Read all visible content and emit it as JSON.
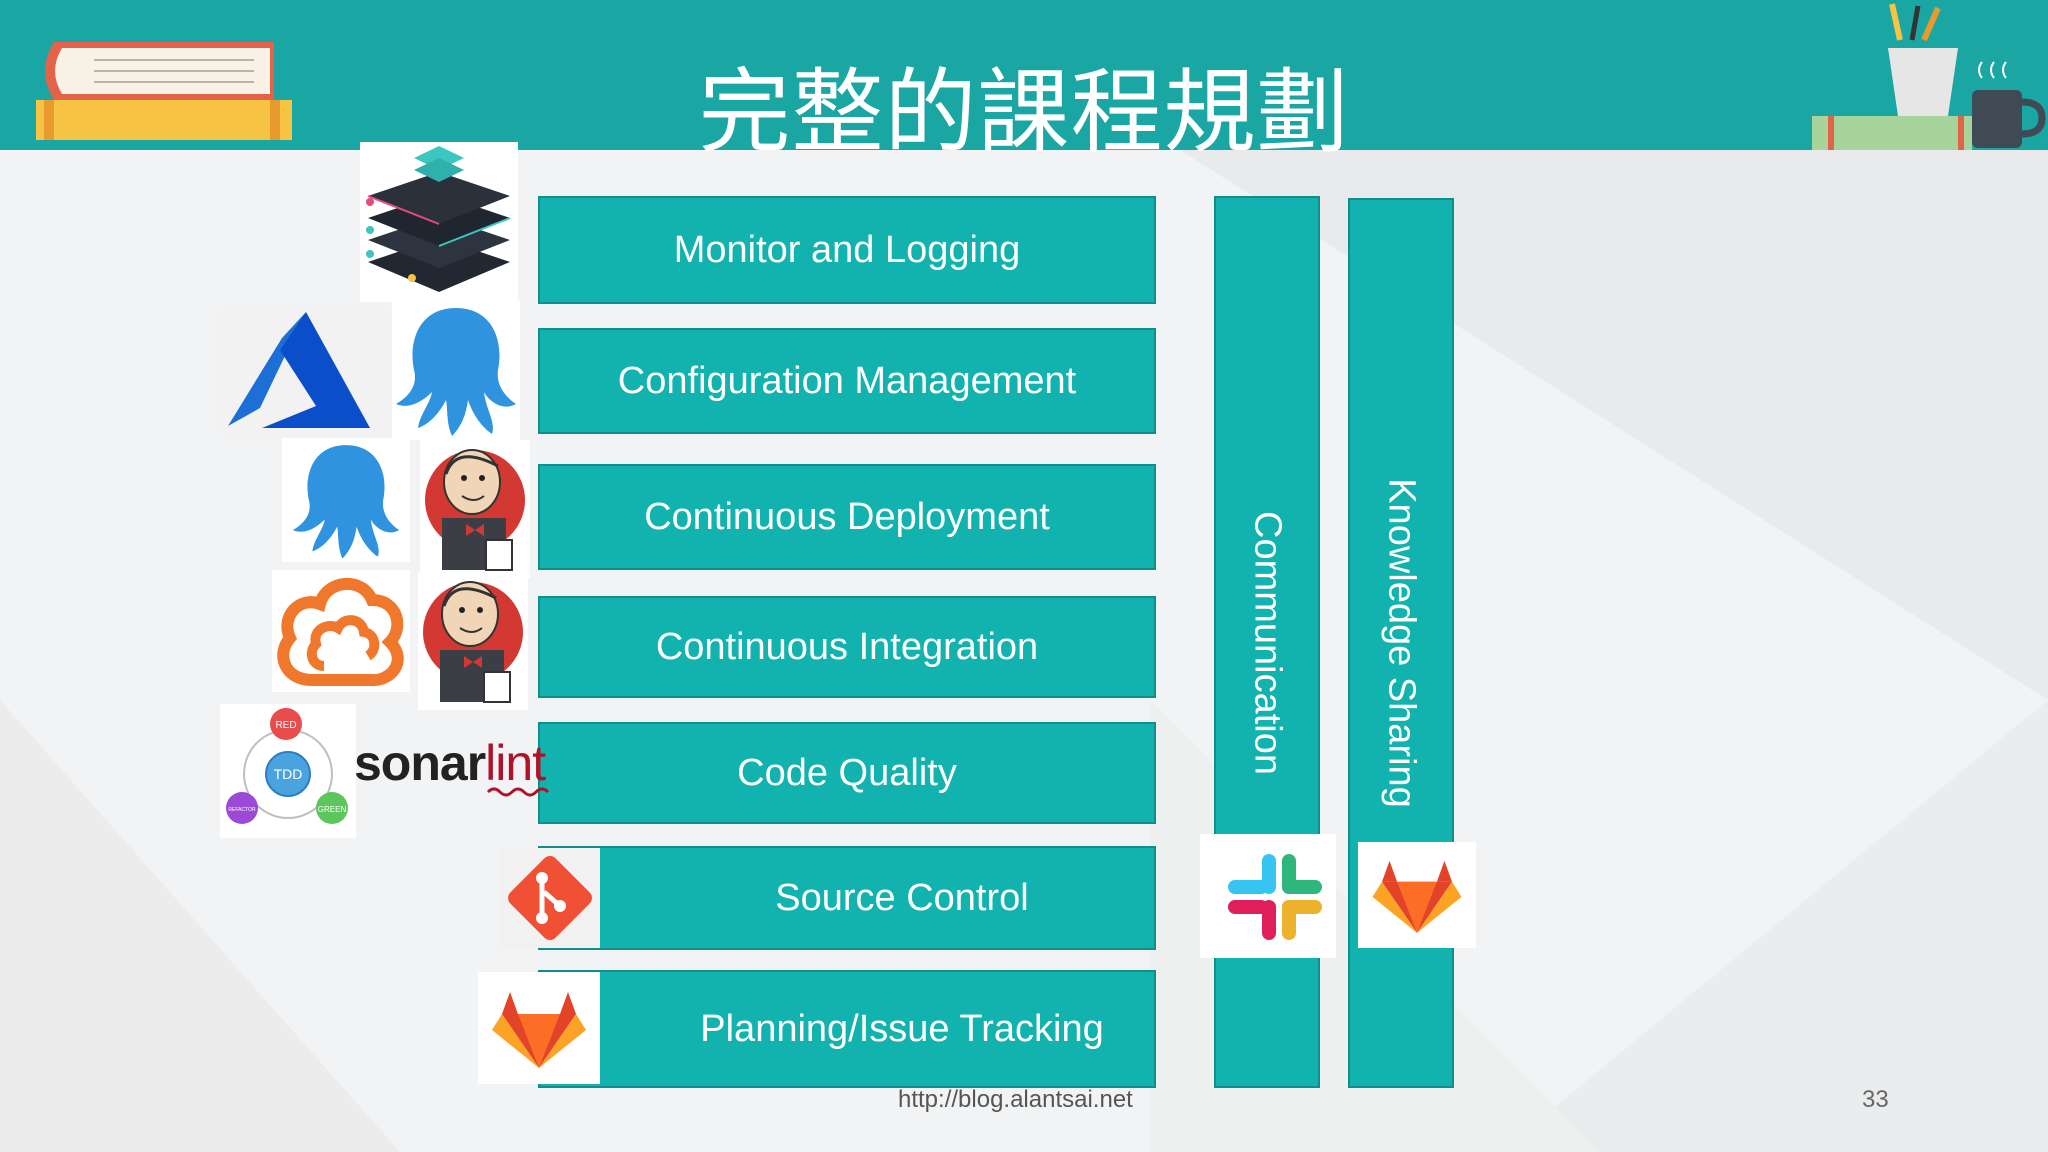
{
  "title": "完整的課程規劃",
  "stack": [
    "Monitor and Logging",
    "Configuration Management",
    "Continuous Deployment",
    "Continuous Integration",
    "Code Quality",
    "Source Control",
    "Planning/Issue Tracking"
  ],
  "pillars": [
    "Communication",
    "Knowledge Sharing"
  ],
  "tdd": {
    "center": "TDD",
    "red": "RED",
    "green": "GREEN",
    "refactor": "REFACTOR"
  },
  "sonarlint": {
    "brand": "sonar",
    "suffix": "lint"
  },
  "footer": {
    "url": "http://blog.alantsai.net",
    "page": "33"
  },
  "colors": {
    "teal": "#1aa6a2",
    "bar": "#12b3ae"
  },
  "icons": [
    "book-icon",
    "pencil-cup-icon",
    "coffee-mug-icon",
    "layers-logo-icon",
    "azure-logo-icon",
    "octopus-deploy-icon",
    "jenkins-icon",
    "cloud-logo-icon",
    "tdd-cycle-icon",
    "git-logo-icon",
    "gitlab-logo-icon",
    "slack-logo-icon"
  ]
}
